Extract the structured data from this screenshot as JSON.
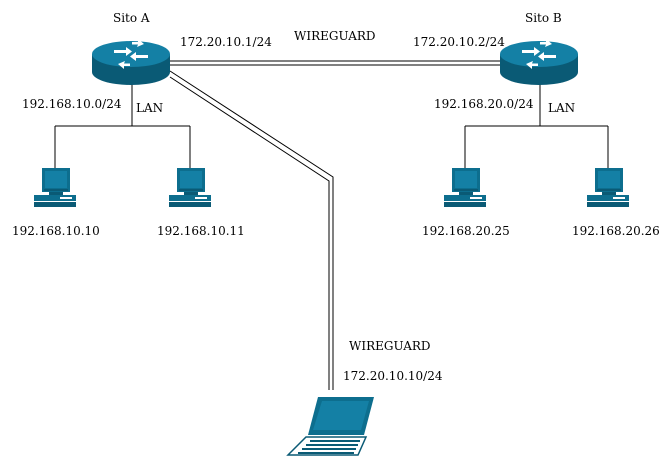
{
  "sites": {
    "a": {
      "name": "Sito A",
      "lan_net": "192.168.10.0/24",
      "wg_ip": "172.20.10.1/24",
      "lan_label": "LAN",
      "hosts": [
        "192.168.10.10",
        "192.168.10.11"
      ]
    },
    "b": {
      "name": "Sito B",
      "lan_net": "192.168.20.0/24",
      "wg_ip": "172.20.10.2/24",
      "lan_label": "LAN",
      "hosts": [
        "192.168.20.25",
        "192.168.20.26"
      ]
    }
  },
  "tunnel": {
    "label": "WIREGUARD"
  },
  "laptop": {
    "label": "WIREGUARD",
    "ip": "172.20.10.10/24"
  },
  "colors": {
    "device_blue": "#0d6e8e",
    "device_dark": "#0a5a75",
    "line": "#000000"
  },
  "icons": {
    "router": "router-icon",
    "workstation": "workstation-icon",
    "laptop": "laptop-icon"
  }
}
